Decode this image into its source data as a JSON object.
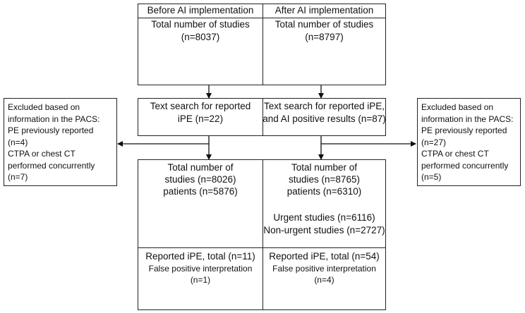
{
  "before": {
    "header": "Before AI implementation",
    "total_title": "Total number of studies",
    "total_count": "(n=8037)",
    "search_line1": "Text search for reported",
    "search_line2": "iPE (n=22)",
    "final_line1": "Total number of",
    "final_line2": "studies (n=8026)",
    "final_line3": "patients (n=5876)",
    "reported_line1": "Reported iPE, total (n=11)",
    "reported_line2": "False positive interpretation",
    "reported_line3": "(n=1)"
  },
  "after": {
    "header": "After AI implementation",
    "total_title": "Total number of studies",
    "total_count": "(n=8797)",
    "search_line1": "Text search for reported iPE,",
    "search_line2": "and AI positive results (n=87)",
    "final_line1": "Total number of",
    "final_line2": "studies (n=8765)",
    "final_line3": "patients (n=6310)",
    "urgent": "Urgent studies (n=6116)",
    "non_urgent": "Non-urgent studies (n=2727)",
    "reported_line1": "Reported iPE, total (n=54)",
    "reported_line2": "False positive interpretation",
    "reported_line3": "(n=4)"
  },
  "excluded_left": {
    "lines": [
      "Excluded based on",
      "information in the PACS:",
      "PE previously reported",
      "(n=4)",
      "CTPA or chest CT",
      "performed concurrently",
      "(n=7)"
    ]
  },
  "excluded_right": {
    "lines": [
      "Excluded based on",
      "information in the PACS:",
      "PE previously reported",
      "(n=27)",
      "CTPA or chest CT",
      "performed concurrently",
      "(n=5)"
    ]
  }
}
